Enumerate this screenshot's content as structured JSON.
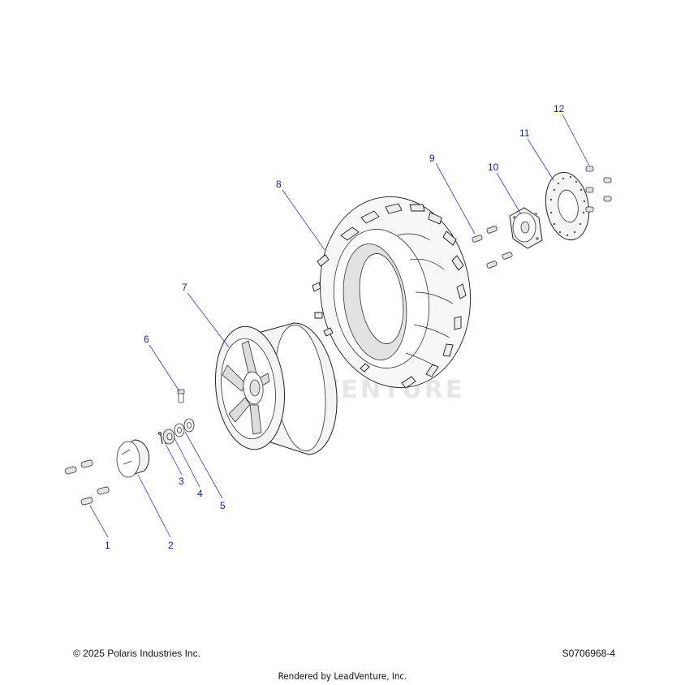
{
  "callouts": [
    {
      "id": "1",
      "label": "1"
    },
    {
      "id": "2",
      "label": "2"
    },
    {
      "id": "3",
      "label": "3"
    },
    {
      "id": "4",
      "label": "4"
    },
    {
      "id": "5",
      "label": "5"
    },
    {
      "id": "6",
      "label": "6"
    },
    {
      "id": "7",
      "label": "7"
    },
    {
      "id": "8",
      "label": "8"
    },
    {
      "id": "9",
      "label": "9"
    },
    {
      "id": "10",
      "label": "10"
    },
    {
      "id": "11",
      "label": "11"
    },
    {
      "id": "12",
      "label": "12"
    }
  ],
  "watermark": "ADVENTURE",
  "footer": {
    "copyright": "© 2025 Polaris Industries Inc.",
    "diagram_id": "S0706968-4",
    "rendered_by": "Rendered by LeadVenture, Inc."
  },
  "colors": {
    "callout": "#1a1aa8",
    "line": "#222222",
    "background": "#ffffff"
  }
}
